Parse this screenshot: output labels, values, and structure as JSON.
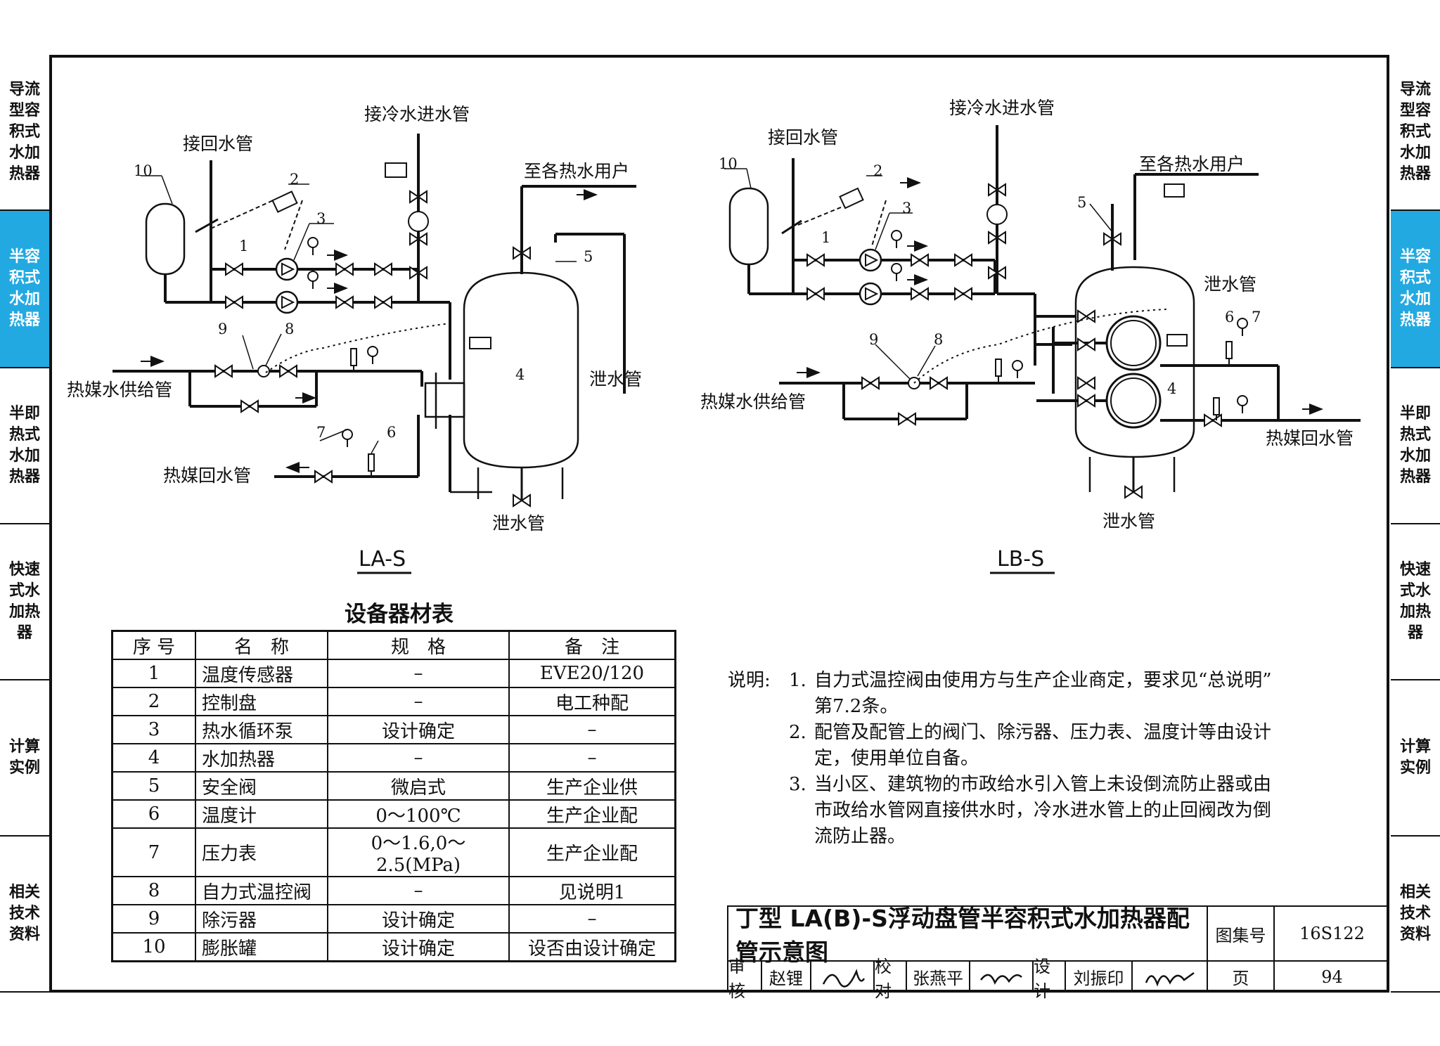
{
  "side_tabs_left": [
    {
      "label": "导流型容积式水加热器",
      "active": false
    },
    {
      "label": "半容积式水加热器",
      "active": true
    },
    {
      "label": "半即热式水加热器",
      "active": false
    },
    {
      "label": "快速式水加热器",
      "active": false
    },
    {
      "label": "计算实例",
      "active": false
    },
    {
      "label": "相关技术资料",
      "active": false
    }
  ],
  "side_tabs_right": [
    {
      "label": "导流型容积式水加热器",
      "active": false
    },
    {
      "label": "半容积式水加热器",
      "active": true
    },
    {
      "label": "半即热式水加热器",
      "active": false
    },
    {
      "label": "快速式水加热器",
      "active": false
    },
    {
      "label": "计算实例",
      "active": false
    },
    {
      "label": "相关技术资料",
      "active": false
    }
  ],
  "diagram_left": {
    "caption": "LA-S",
    "labels": {
      "return_pipe": "接回水管",
      "cold_inlet": "接冷水进水管",
      "to_users": "至各热水用户",
      "supply": "热媒水供给管",
      "heat_return": "热媒回水管",
      "drain1": "泄水管",
      "drain2": "泄水管"
    },
    "numbers": [
      "10",
      "2",
      "3",
      "1",
      "5",
      "9",
      "8",
      "4",
      "7",
      "6"
    ]
  },
  "diagram_right": {
    "caption": "LB-S",
    "labels": {
      "return_pipe": "接回水管",
      "cold_inlet": "接冷水进水管",
      "to_users": "至各热水用户",
      "supply": "热媒水供给管",
      "heat_return": "热媒回水管",
      "drain1": "泄水管",
      "drain2": "泄水管"
    },
    "numbers": [
      "10",
      "2",
      "3",
      "1",
      "5",
      "9",
      "8",
      "4",
      "6",
      "7"
    ]
  },
  "equipment_table": {
    "title": "设备器材表",
    "headers": [
      "序 号",
      "名　称",
      "规　格",
      "备　注"
    ],
    "rows": [
      [
        "1",
        "温度传感器",
        "–",
        "EVE20/120"
      ],
      [
        "2",
        "控制盘",
        "–",
        "电工种配"
      ],
      [
        "3",
        "热水循环泵",
        "设计确定",
        "–"
      ],
      [
        "4",
        "水加热器",
        "–",
        "–"
      ],
      [
        "5",
        "安全阀",
        "微启式",
        "生产企业供"
      ],
      [
        "6",
        "温度计",
        "0～100℃",
        "生产企业配"
      ],
      [
        "7",
        "压力表",
        "0～1.6,0～2.5(MPa)",
        "生产企业配"
      ],
      [
        "8",
        "自力式温控阀",
        "–",
        "见说明1"
      ],
      [
        "9",
        "除污器",
        "设计确定",
        "–"
      ],
      [
        "10",
        "膨胀罐",
        "设计确定",
        "设否由设计确定"
      ]
    ]
  },
  "notes": {
    "prefix": "说明:",
    "items": [
      {
        "num": "1.",
        "lines": [
          "自力式温控阀由使用方与生产企业商定，要求见“总说明”",
          "第7.2条。"
        ]
      },
      {
        "num": "2.",
        "lines": [
          "配管及配管上的阀门、除污器、压力表、温度计等由设计",
          "定，使用单位自备。"
        ]
      },
      {
        "num": "3.",
        "lines": [
          "当小区、建筑物的市政给水引入管上未设倒流防止器或由",
          "市政给水管网直接供水时，冷水进水管上的止回阀改为倒",
          "流防止器。"
        ]
      }
    ]
  },
  "title_block": {
    "title": "丁型 LA(B)-S浮动盘管半容积式水加热器配管示意图",
    "atlas_label": "图集号",
    "atlas_no": "16S122",
    "review_label": "审核",
    "reviewer": "赵锂",
    "check_label": "校对",
    "checker": "张燕平",
    "design_label": "设计",
    "designer": "刘振印",
    "page_label": "页",
    "page_no": "94"
  }
}
